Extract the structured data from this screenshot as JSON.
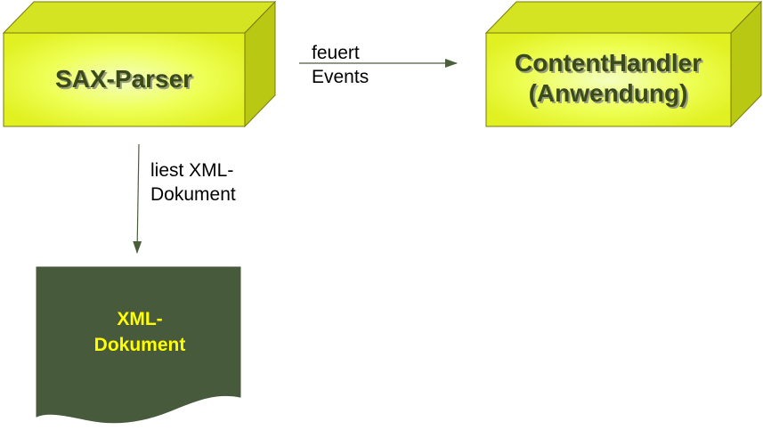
{
  "nodes": {
    "sax_parser": {
      "label": "SAX-Parser"
    },
    "content_handler": {
      "line1": "ContentHandler",
      "line2": "(Anwendung)"
    },
    "xml_document": {
      "line1": "XML-",
      "line2": "Dokument"
    }
  },
  "edges": {
    "fires_events": {
      "line1": "feuert",
      "line2": "Events"
    },
    "reads_xml": {
      "line1": "liest XML-",
      "line2": "Dokument"
    }
  },
  "colors": {
    "box_front": "#eaff33",
    "box_top": "#cfe01e",
    "box_side": "#b2c10f",
    "box_outline": "#7a7a10",
    "doc_fill": "#485a3c",
    "arrow": "#4b5e3c",
    "doc_text": "#ffff00"
  }
}
